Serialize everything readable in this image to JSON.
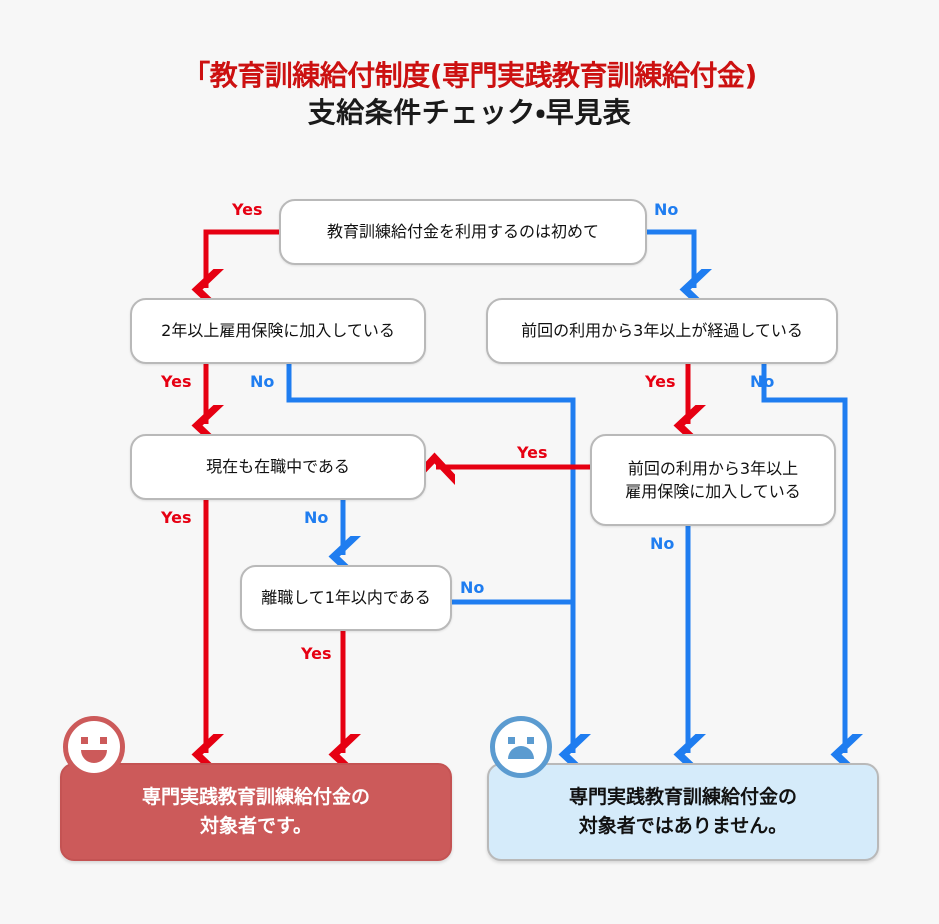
{
  "title": {
    "line1": "「教育訓練給付制度(専門実践教育訓練給付金)",
    "line2": "支給条件チェック・早見表"
  },
  "colors": {
    "background": "#f7f7f7",
    "title_accent": "#cc1111",
    "title_text": "#1a1a1a",
    "yes_edge": "#e60012",
    "no_edge": "#1f7df0",
    "node_fill": "#ffffff",
    "node_border": "#b9b9b9",
    "result_eligible_fill": "#cc5a5a",
    "result_eligible_text": "#ffffff",
    "result_not_eligible_fill": "#d5ebfa",
    "result_not_eligible_text": "#111111",
    "happy_face": "#cc5a5a",
    "sad_face": "#5b9bd0"
  },
  "nodes": {
    "first_time": {
      "text": "教育訓練給付金を利用するのは初めて"
    },
    "two_years": {
      "text": "2年以上雇用保険に加入している"
    },
    "three_years": {
      "text": "前回の利用から3年以上が経過している"
    },
    "still_employed": {
      "text": "現在も在職中である"
    },
    "three_years_insured": {
      "line1": "前回の利用から3年以上",
      "line2": "雇用保険に加入している"
    },
    "within_one_year": {
      "text": "離職して1年以内である"
    }
  },
  "results": {
    "eligible": {
      "line1": "専門実践教育訓練給付金の",
      "line2": "対象者です。",
      "face": "happy-face-icon"
    },
    "not_eligible": {
      "line1": "専門実践教育訓練給付金の",
      "line2": "対象者ではありません。",
      "face": "sad-face-icon"
    }
  },
  "edge_labels": {
    "first_time_yes": "Yes",
    "first_time_no": "No",
    "two_years_yes": "Yes",
    "two_years_no": "No",
    "three_years_yes": "Yes",
    "three_years_no": "No",
    "still_employed_yes": "Yes",
    "still_employed_no": "No",
    "three_years_insured_yes": "Yes",
    "three_years_insured_no": "No",
    "within_one_year_yes": "Yes",
    "within_one_year_no": "No"
  },
  "chart_data": {
    "type": "flowchart",
    "title": "「教育訓練給付制度(専門実践教育訓練給付金) 支給条件チェック・早見表",
    "nodes": [
      {
        "id": "first_time",
        "label": "教育訓練給付金を利用するのは初めて",
        "kind": "decision"
      },
      {
        "id": "two_years",
        "label": "2年以上雇用保険に加入している",
        "kind": "decision"
      },
      {
        "id": "three_years",
        "label": "前回の利用から3年以上が経過している",
        "kind": "decision"
      },
      {
        "id": "still_employed",
        "label": "現在も在職中である",
        "kind": "decision"
      },
      {
        "id": "three_years_insured",
        "label": "前回の利用から3年以上雇用保険に加入している",
        "kind": "decision"
      },
      {
        "id": "within_one_year",
        "label": "離職して1年以内である",
        "kind": "decision"
      },
      {
        "id": "eligible",
        "label": "専門実践教育訓練給付金の対象者です。",
        "kind": "result"
      },
      {
        "id": "not_eligible",
        "label": "専門実践教育訓練給付金の対象者ではありません。",
        "kind": "result"
      }
    ],
    "edges": [
      {
        "from": "first_time",
        "to": "two_years",
        "label": "Yes",
        "color": "#e60012"
      },
      {
        "from": "first_time",
        "to": "three_years",
        "label": "No",
        "color": "#1f7df0"
      },
      {
        "from": "two_years",
        "to": "still_employed",
        "label": "Yes",
        "color": "#e60012"
      },
      {
        "from": "two_years",
        "to": "not_eligible",
        "label": "No",
        "color": "#1f7df0"
      },
      {
        "from": "three_years",
        "to": "three_years_insured",
        "label": "Yes",
        "color": "#e60012"
      },
      {
        "from": "three_years",
        "to": "not_eligible",
        "label": "No",
        "color": "#1f7df0"
      },
      {
        "from": "three_years_insured",
        "to": "still_employed",
        "label": "Yes",
        "color": "#e60012"
      },
      {
        "from": "three_years_insured",
        "to": "not_eligible",
        "label": "No",
        "color": "#1f7df0"
      },
      {
        "from": "still_employed",
        "to": "eligible",
        "label": "Yes",
        "color": "#e60012"
      },
      {
        "from": "still_employed",
        "to": "within_one_year",
        "label": "No",
        "color": "#1f7df0"
      },
      {
        "from": "within_one_year",
        "to": "eligible",
        "label": "Yes",
        "color": "#e60012"
      },
      {
        "from": "within_one_year",
        "to": "not_eligible",
        "label": "No",
        "color": "#1f7df0"
      }
    ]
  }
}
